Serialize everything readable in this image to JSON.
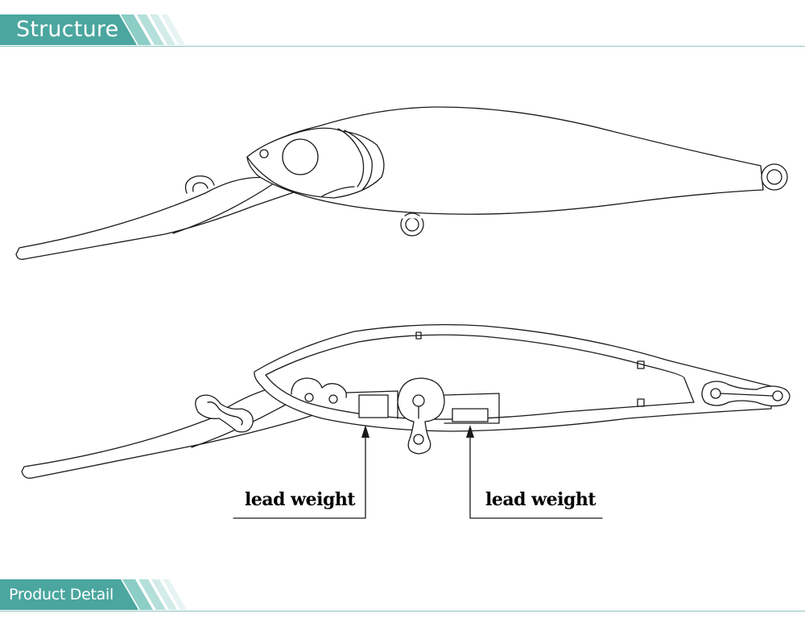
{
  "sections": {
    "structure": {
      "title": "Structure"
    },
    "product_detail": {
      "title": "Product Detail"
    }
  },
  "callouts": [
    {
      "label": "lead weight"
    },
    {
      "label": "lead weight"
    }
  ],
  "colors": {
    "banner_dark": "#4aa69f",
    "banner_light": "#bfe0dc",
    "line_art": "#1a1a1a"
  }
}
